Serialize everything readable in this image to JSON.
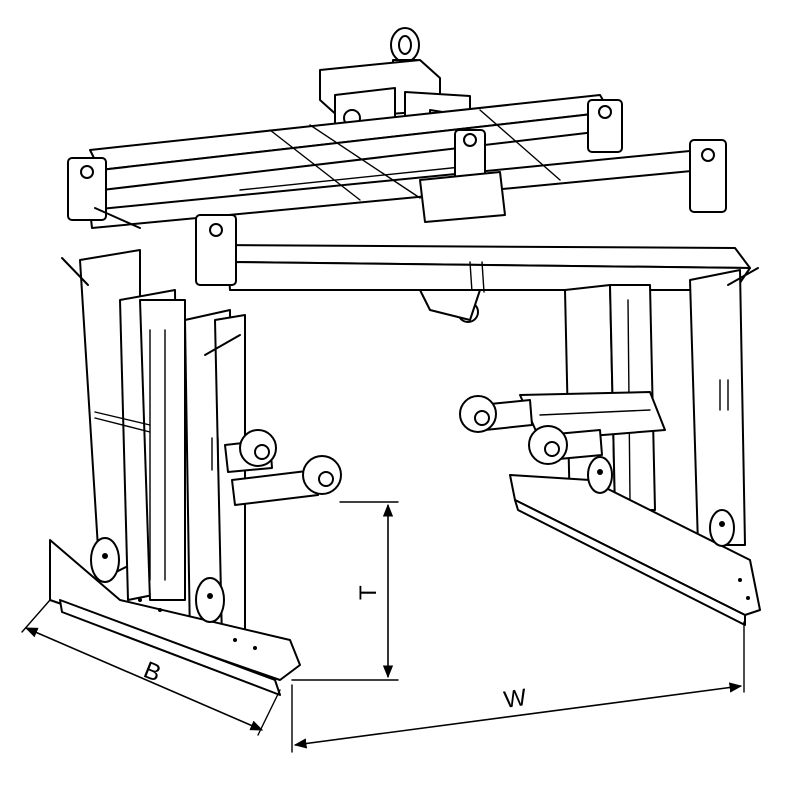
{
  "dimensions": {
    "b_label": "B",
    "t_label": "T",
    "w_label": "W"
  },
  "colors": {
    "line": "#000000",
    "background": "#ffffff"
  }
}
